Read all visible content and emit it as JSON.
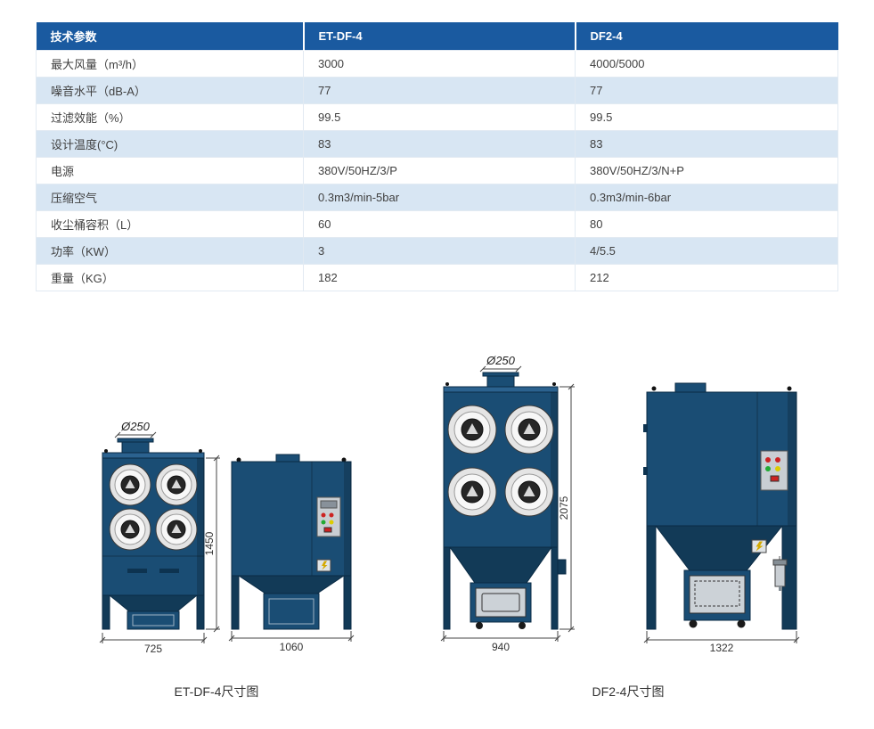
{
  "colors": {
    "header_bg": "#1a5aa0",
    "row_alt_bg": "#d8e6f3",
    "machine_body": "#1a4d74",
    "machine_dark": "#123a57",
    "dim_line": "#444444"
  },
  "table": {
    "header": {
      "param": "技术参数",
      "model1": "ET-DF-4",
      "model2": "DF2-4"
    },
    "rows": [
      {
        "param": "最大风量（m³/h）",
        "model1": "3000",
        "model2": "4000/5000"
      },
      {
        "param": "噪音水平（dB-A）",
        "model1": "77",
        "model2": "77"
      },
      {
        "param": "过滤效能（%）",
        "model1": "99.5",
        "model2": "99.5"
      },
      {
        "param": "设计温度(°C)",
        "model1": "83",
        "model2": "83"
      },
      {
        "param": "电源",
        "model1": "380V/50HZ/3/P",
        "model2": "380V/50HZ/3/N+P"
      },
      {
        "param": "压缩空气",
        "model1": "0.3m3/min-5bar",
        "model2": "0.3m3/min-6bar"
      },
      {
        "param": "收尘桶容积（L）",
        "model1": "60",
        "model2": "80"
      },
      {
        "param": "功率（KW）",
        "model1": "3",
        "model2": "4/5.5"
      },
      {
        "param": "重量（KG）",
        "model1": "182",
        "model2": "212"
      }
    ]
  },
  "drawings": {
    "etdf4": {
      "caption": "ET-DF-4尺寸图",
      "inlet_label": "Ø250",
      "height_mm": "1450",
      "front_width_mm": "725",
      "side_width_mm": "1060"
    },
    "df24": {
      "caption": "DF2-4尺寸图",
      "inlet_label": "Ø250",
      "height_mm": "2075",
      "front_width_mm": "940",
      "side_width_mm": "1322"
    }
  }
}
